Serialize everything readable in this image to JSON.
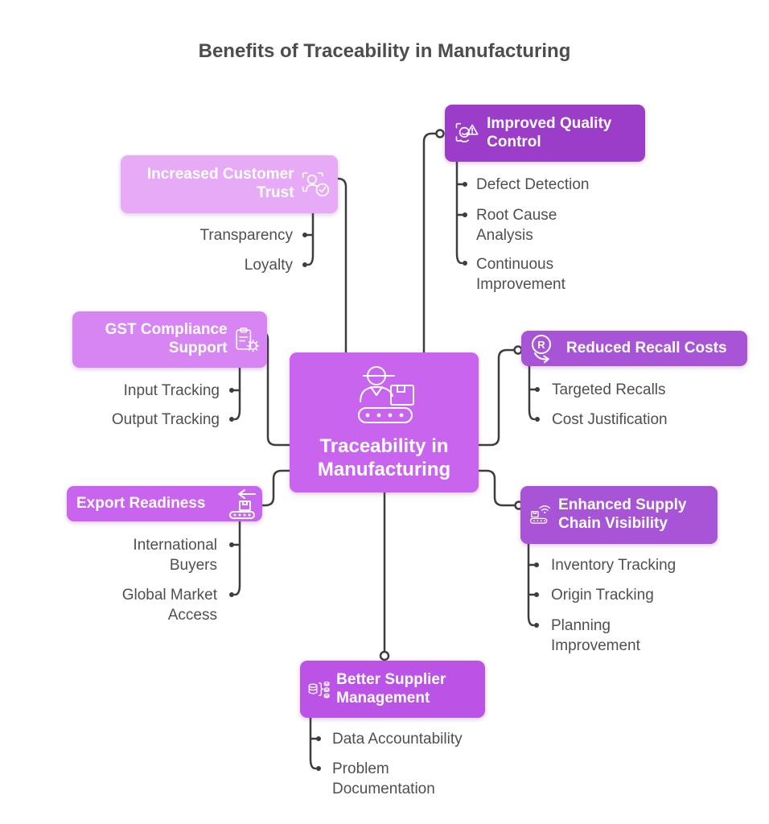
{
  "title": "Benefits of Traceability in Manufacturing",
  "central_node": {
    "label": "Traceability in Manufacturing",
    "icon": "worker-conveyor-icon",
    "color": "#c964ef"
  },
  "branches": [
    {
      "id": "improved-quality-control",
      "label": "Improved Quality Control",
      "icon": "quality-scan-alert-icon",
      "color": "#9b3dc8",
      "children": [
        "Defect Detection",
        "Root Cause Analysis",
        "Continuous Improvement"
      ]
    },
    {
      "id": "increased-customer-trust",
      "label": "Increased Customer Trust",
      "icon": "customer-verified-icon",
      "color": "#e6aaf7",
      "children": [
        "Transparency",
        "Loyalty"
      ]
    },
    {
      "id": "gst-compliance-support",
      "label": "GST Compliance Support",
      "icon": "clipboard-gear-icon",
      "color": "#d685f3",
      "children": [
        "Input Tracking",
        "Output Tracking"
      ]
    },
    {
      "id": "reduced-recall-costs",
      "label": "Reduced Recall Costs",
      "icon": "recall-return-icon",
      "color": "#a854d6",
      "children": [
        "Targeted Recalls",
        "Cost Justification"
      ]
    },
    {
      "id": "export-readiness",
      "label": "Export Readiness",
      "icon": "export-conveyor-icon",
      "color": "#c964ef",
      "children": [
        "International Buyers",
        "Global Market Access"
      ]
    },
    {
      "id": "enhanced-supply-chain-visibility",
      "label": "Enhanced Supply Chain Visibility",
      "icon": "conveyor-wifi-icon",
      "color": "#a854d6",
      "children": [
        "Inventory Tracking",
        "Origin Tracking",
        "Planning Improvement"
      ]
    },
    {
      "id": "better-supplier-management",
      "label": "Better Supplier Management",
      "icon": "database-network-icon",
      "color": "#bb53e6",
      "children": [
        "Data Accountability",
        "Problem Documentation"
      ]
    }
  ],
  "palette": {
    "background": "#ffffff",
    "title_text": "#4d4d4d",
    "item_text": "#4f4f4f",
    "connector": "#3d3d3d",
    "box_text": "#ffffff"
  }
}
